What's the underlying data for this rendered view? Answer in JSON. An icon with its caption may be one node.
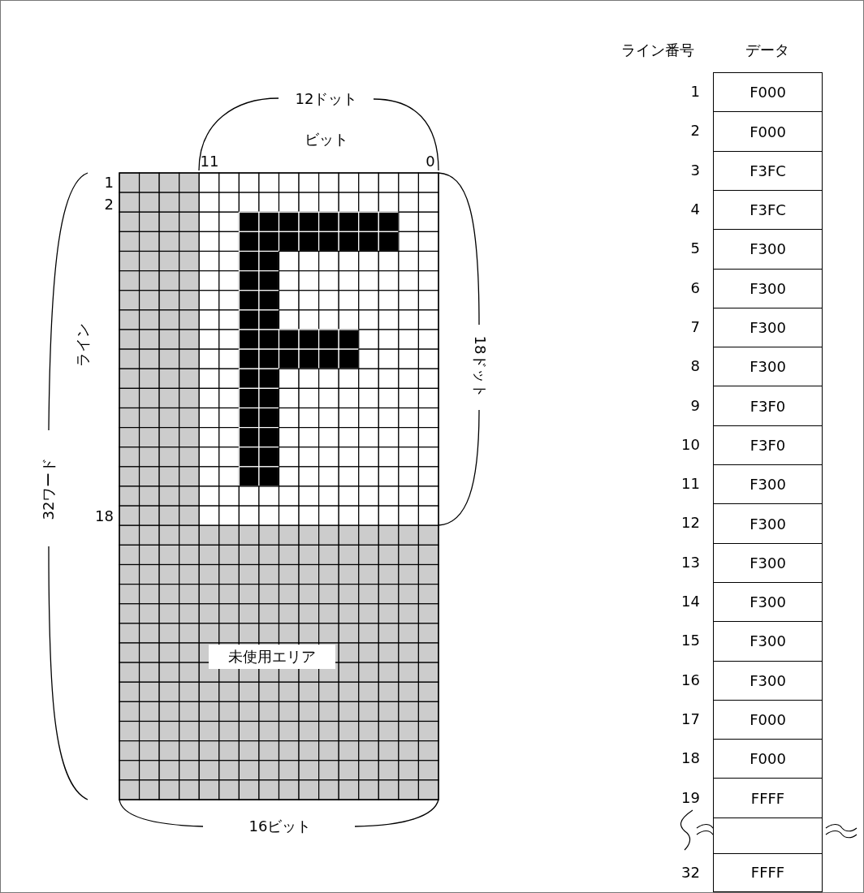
{
  "diagram": {
    "labels": [
      "ライン番号",
      "データ",
      "1",
      "F000",
      "2",
      "F000",
      "3",
      "F3FC",
      "4",
      "F3FC",
      "5",
      "F300",
      "6",
      "F300",
      "7",
      "F300",
      "8",
      "F300",
      "9",
      "F3F0",
      "10",
      "F3F0",
      "11",
      "F300",
      "12",
      "F300",
      "13",
      "F300",
      "14",
      "F300",
      "15",
      "F300",
      "16",
      "F300",
      "17",
      "F000",
      "18",
      "F000",
      "19",
      "FFFF",
      "32",
      "FFFF",
      "12ドット",
      "ビット",
      "11",
      "0",
      "1",
      "2",
      "ライン",
      "18ドット",
      "32ワード",
      "18",
      "未使用エリア",
      "16ビット"
    ]
  }
}
